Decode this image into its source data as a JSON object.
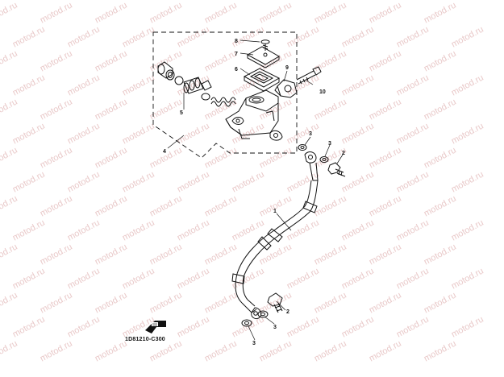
{
  "watermark": {
    "text": "motod.ru"
  },
  "callouts": [
    {
      "id": "c8",
      "text": "8"
    },
    {
      "id": "c7",
      "text": "7"
    },
    {
      "id": "c6",
      "text": "6"
    },
    {
      "id": "c9",
      "text": "9"
    },
    {
      "id": "c10",
      "text": "10"
    },
    {
      "id": "c5",
      "text": "5"
    },
    {
      "id": "c4",
      "text": "4"
    },
    {
      "id": "c3a",
      "text": "3"
    },
    {
      "id": "c3b",
      "text": "3"
    },
    {
      "id": "c2a",
      "text": "2"
    },
    {
      "id": "c1",
      "text": "1"
    },
    {
      "id": "c2b",
      "text": "2"
    },
    {
      "id": "c3c",
      "text": "3"
    },
    {
      "id": "c3d",
      "text": "3"
    }
  ],
  "diagram_code": "1D81210-C300"
}
